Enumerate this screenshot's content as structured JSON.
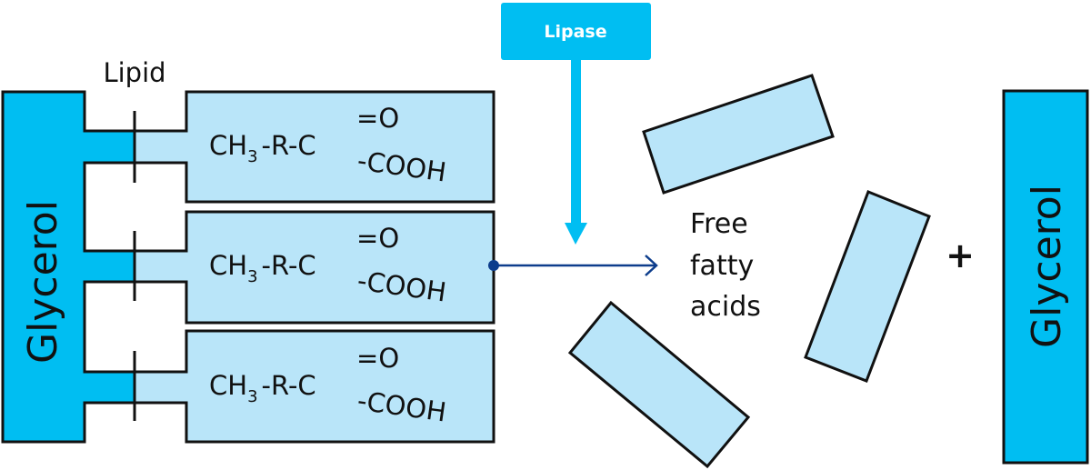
{
  "title": "Lipid hydrolysis by lipase",
  "colors": {
    "glycerol": "#00BEF2",
    "fatty_acid": "#B9E5F9",
    "outline": "#111111",
    "lipase": "#00BEF2",
    "reaction_arrow": "#0D3D8C"
  },
  "labels": {
    "lipid": "Lipid",
    "glycerol_left": "Glycerol",
    "glycerol_right": "Glycerol",
    "lipase": "Lipase",
    "free_fatty_acids_line1": "Free",
    "free_fatty_acids_line2": "fatty",
    "free_fatty_acids_line3": "acids",
    "plus": "+"
  },
  "fatty_acid_chains": [
    {
      "main": "CH",
      "sub": "3",
      "rest": "-R-C",
      "double_bond": "O",
      "tail": "-COOH"
    },
    {
      "main": "CH",
      "sub": "3",
      "rest": "-R-C",
      "double_bond": "O",
      "tail": "-COOH"
    },
    {
      "main": "CH",
      "sub": "3",
      "rest": "-R-C",
      "double_bond": "O",
      "tail": "-COOH"
    }
  ],
  "free_fatty_acid_count": 3
}
